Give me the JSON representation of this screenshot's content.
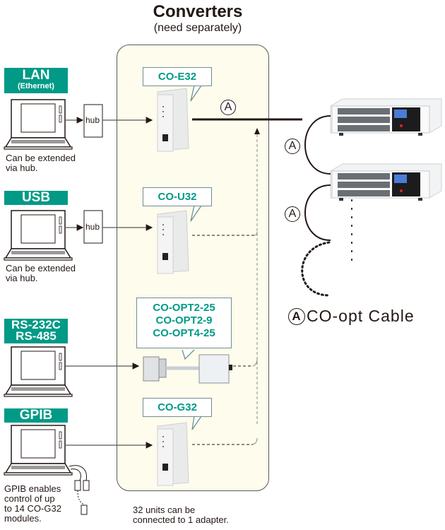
{
  "header": {
    "title": "Converters",
    "subtitle": "(need separately)"
  },
  "interfaces": [
    {
      "id": "lan",
      "label": "LAN",
      "sublabel": "(Ethernet)",
      "note_lines": [
        "Can be extended",
        "via hub."
      ],
      "hub_label": "hub"
    },
    {
      "id": "usb",
      "label": "USB",
      "note_lines": [
        "Can be extended",
        "via hub."
      ],
      "hub_label": "hub"
    },
    {
      "id": "rs",
      "label_lines": [
        "RS-232C",
        "RS-485"
      ]
    },
    {
      "id": "gpib",
      "label": "GPIB",
      "note_lines": [
        "GPIB enables",
        "control of up",
        "to 14 CO-G32",
        "modules."
      ]
    }
  ],
  "converters": [
    {
      "model_lines": [
        "CO-E32"
      ]
    },
    {
      "model_lines": [
        "CO-U32"
      ]
    },
    {
      "model_lines": [
        "CO-OPT2-25",
        "CO-OPT2-9",
        "CO-OPT4-25"
      ]
    },
    {
      "model_lines": [
        "CO-G32"
      ]
    }
  ],
  "panel_footer_lines": [
    "32 units can be",
    "connected to 1 adapter."
  ],
  "cable_marker": "A",
  "legend": {
    "marker": "A",
    "label": "CO-opt Cable"
  },
  "colors": {
    "accent": "#009a86",
    "panel_bg": "#fefcec",
    "text": "#231815"
  }
}
